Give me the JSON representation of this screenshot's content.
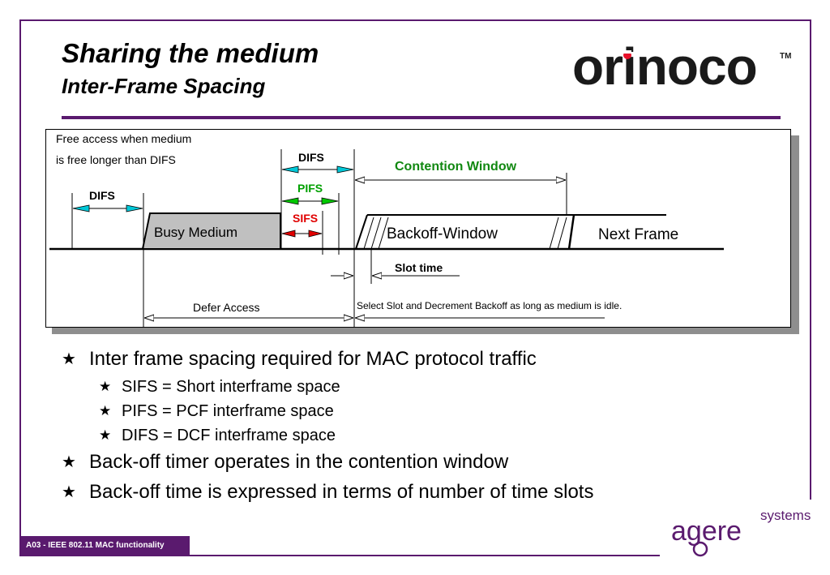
{
  "slide": {
    "title": "Sharing the medium",
    "subtitle": "Inter-Frame Spacing",
    "footer": "A03 -  IEEE 802.11 MAC functionality",
    "logo_text": "orinoco",
    "logo_tm": "TM",
    "brand_text": "agere",
    "brand_sub": "systems"
  },
  "diagram": {
    "free_access_line1": "Free access when medium",
    "free_access_line2": "is free longer than DIFS",
    "difs_left": "DIFS",
    "difs_top": "DIFS",
    "pifs": "PIFS",
    "sifs": "SIFS",
    "contention_window": "Contention Window",
    "busy_medium": "Busy Medium",
    "backoff_window": "Backoff-Window",
    "next_frame": "Next Frame",
    "slot_time": "Slot time",
    "defer_access": "Defer Access",
    "select_slot": "Select Slot and Decrement Backoff as long as medium is idle."
  },
  "bullets": [
    {
      "level": 1,
      "text": "Inter frame spacing required for MAC protocol traffic"
    },
    {
      "level": 2,
      "text": "SIFS = Short interframe space"
    },
    {
      "level": 2,
      "text": "PIFS = PCF interframe space"
    },
    {
      "level": 2,
      "text": "DIFS = DCF interframe space"
    },
    {
      "level": 1,
      "text": "Back-off timer operates in the contention window"
    },
    {
      "level": 1,
      "text": "Back-off time is expressed in terms of number of time slots"
    }
  ],
  "colors": {
    "frame": "#5a1a6e",
    "arrow_cyan": "#00c8d8",
    "pifs_green": "#00a000",
    "sifs_red": "#e00000",
    "contention_green": "#118811",
    "busy_fill": "#c0c0c0",
    "logo_red": "#e8102a"
  }
}
